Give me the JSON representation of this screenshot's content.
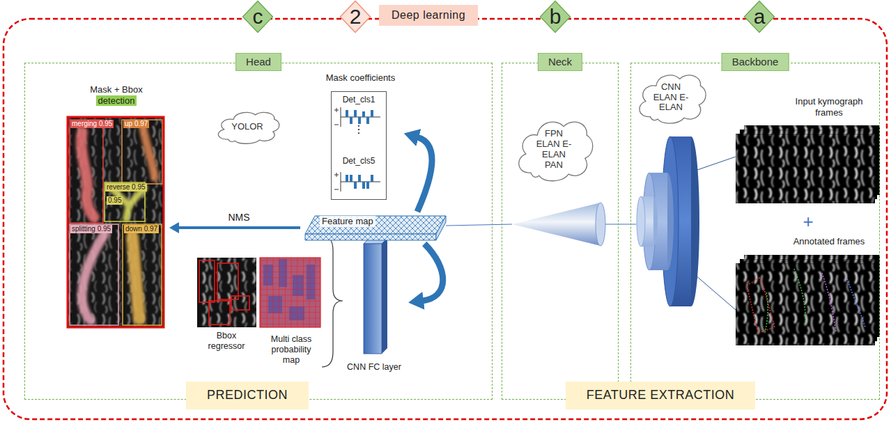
{
  "diagram": {
    "nodes": [
      {
        "text": [
          "c"
        ]
      },
      {
        "text": [
          "2"
        ]
      },
      {
        "text": [
          "Deep learning"
        ]
      },
      {
        "text": [
          "b"
        ]
      },
      {
        "text": [
          "a"
        ]
      },
      {
        "text": [
          "Head"
        ]
      },
      {
        "text": [
          "YOLOR"
        ],
        "in": 5
      },
      {
        "text": [
          "Mask coefficients",
          "Det_cls1",
          "⋮",
          "Det_cls5"
        ],
        "in": 5
      },
      {
        "text": [
          "Feature map"
        ],
        "in": 5
      },
      {
        "text": [
          "CNN FC layer"
        ],
        "in": 5
      },
      {
        "text": [
          "Bbox regressor"
        ],
        "in": 5
      },
      {
        "text": [
          "Multi class probability map"
        ],
        "in": 5
      },
      {
        "text": [
          "Mask + Bbox",
          "detection"
        ],
        "in": 5
      },
      {
        "text": [
          "Neck"
        ]
      },
      {
        "text": [
          "FPN ELAN E-ELAN PAN"
        ],
        "in": 13
      },
      {
        "text": [
          "Backbone"
        ]
      },
      {
        "text": [
          "CNN ELAN E-ELAN"
        ],
        "in": 15
      },
      {
        "text": [
          "Input kymograph frames"
        ],
        "in": 15
      },
      {
        "text": [
          "Annotated frames"
        ],
        "in": 15
      },
      {
        "text": [
          "PREDICTION"
        ]
      },
      {
        "text": [
          "FEATURE EXTRACTION"
        ]
      }
    ],
    "edges": [
      {
        "from": 8,
        "to": 7,
        "arrow": "to"
      },
      {
        "from": 8,
        "to": 9,
        "arrow": "to"
      },
      {
        "from": 8,
        "to": 12,
        "label": "NMS",
        "arrow": "to"
      }
    ],
    "labels": [
      "+",
      "merging 0.95",
      "up 0.97",
      "reverse 0.95",
      "0.95",
      "splitting 0.95",
      "down 0.97"
    ]
  }
}
